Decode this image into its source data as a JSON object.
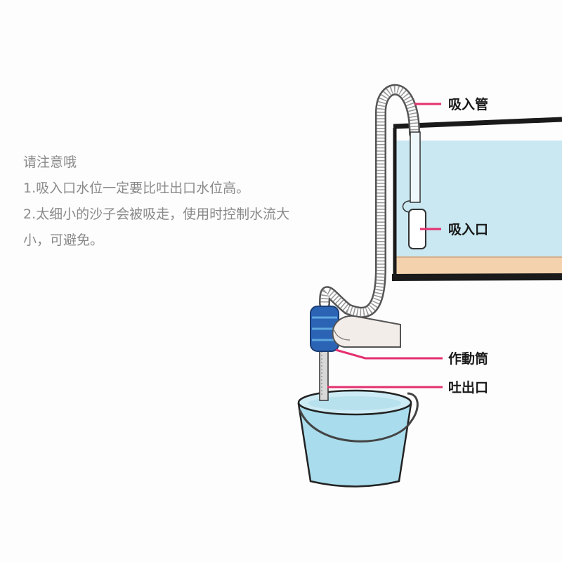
{
  "notes": {
    "heading": "请注意哦",
    "item1": "1.吸入口水位一定要比吐出口水位高。",
    "item2_line1": "2.太细小的沙子会被吸走，使用时控制水流大",
    "item2_line2": "小，可避免。"
  },
  "labels": {
    "intake_tube": "吸入管",
    "intake_port": "吸入口",
    "pump_bulb": "作動筒",
    "outlet": "吐出口"
  },
  "colors": {
    "leader_line": "#e4306f",
    "water": "#bfe3ee",
    "sand": "#f3d2ad",
    "tank_frame": "#1a1a1a",
    "bucket": "#9fd8ea",
    "pump_blue": "#2b63b5"
  }
}
